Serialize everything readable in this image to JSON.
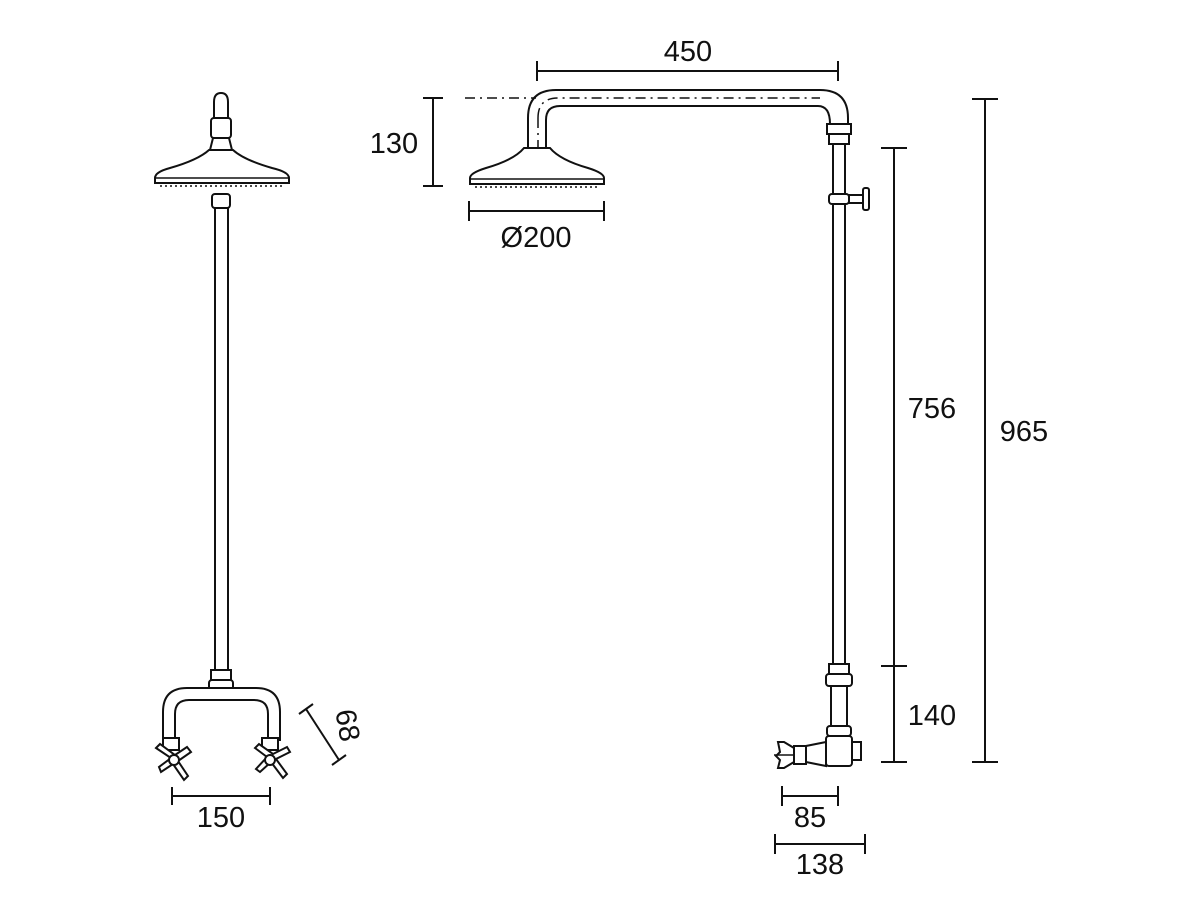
{
  "dimensions": {
    "arm_length": "450",
    "head_drop": "130",
    "head_diameter": "Ø200",
    "rail_height": "756",
    "overall_height": "965",
    "valve_height": "140",
    "valve_depth": "85",
    "overall_depth": "138",
    "tap_centres": "150",
    "tap_projection": "68"
  }
}
